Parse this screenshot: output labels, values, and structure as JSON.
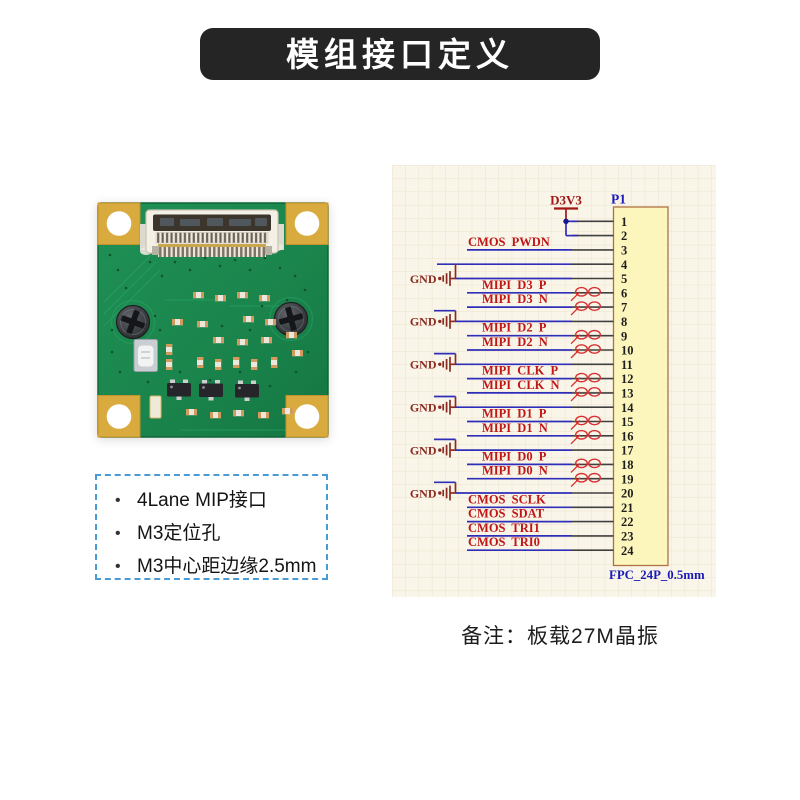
{
  "page": {
    "title": "模组接口定义",
    "note": "备注：板载27M晶振"
  },
  "features": {
    "items": [
      "4Lane MIP接口",
      "M3定位孔",
      "M3中心距边缘2.5mm"
    ]
  },
  "schematic": {
    "designator": "P1",
    "footprint": "FPC_24P_0.5mm",
    "pin_count": 24,
    "rows": [
      {
        "pin": 1,
        "net": "D3V3",
        "type": "power-top"
      },
      {
        "pin": 2,
        "net": "D3V3",
        "type": "power-bottom"
      },
      {
        "pin": 3,
        "net": "CMOS PWDN",
        "type": "signal"
      },
      {
        "pin": 4,
        "net": "GND",
        "type": "gnd-wire"
      },
      {
        "pin": 5,
        "net": "GND",
        "type": "gnd-symbol",
        "link_up_to_pin": 4
      },
      {
        "pin": 6,
        "net": "MIPI D3 P",
        "type": "diff"
      },
      {
        "pin": 7,
        "net": "MIPI D3 N",
        "type": "diff"
      },
      {
        "pin": 8,
        "net": "GND",
        "type": "gnd-symbol"
      },
      {
        "pin": 9,
        "net": "MIPI D2 P",
        "type": "diff"
      },
      {
        "pin": 10,
        "net": "MIPI D2 N",
        "type": "diff"
      },
      {
        "pin": 11,
        "net": "GND",
        "type": "gnd-symbol"
      },
      {
        "pin": 12,
        "net": "MIPI CLK P",
        "type": "diff"
      },
      {
        "pin": 13,
        "net": "MIPI CLK N",
        "type": "diff"
      },
      {
        "pin": 14,
        "net": "GND",
        "type": "gnd-symbol"
      },
      {
        "pin": 15,
        "net": "MIPI D1 P",
        "type": "diff"
      },
      {
        "pin": 16,
        "net": "MIPI D1 N",
        "type": "diff"
      },
      {
        "pin": 17,
        "net": "GND",
        "type": "gnd-symbol"
      },
      {
        "pin": 18,
        "net": "MIPI D0 P",
        "type": "diff"
      },
      {
        "pin": 19,
        "net": "MIPI D0 N",
        "type": "diff"
      },
      {
        "pin": 20,
        "net": "GND",
        "type": "gnd-symbol"
      },
      {
        "pin": 21,
        "net": "CMOS SCLK",
        "type": "signal"
      },
      {
        "pin": 22,
        "net": "CMOS SDAT",
        "type": "signal"
      },
      {
        "pin": 23,
        "net": "CMOS TRI1",
        "type": "signal"
      },
      {
        "pin": 24,
        "net": "CMOS TRI0",
        "type": "signal"
      }
    ],
    "colors": {
      "bg": "#faf5e9",
      "grid": "#ece2cb",
      "wire": "#2e2eb8",
      "stub": "#404040",
      "net_label": "#c01616",
      "gnd_red": "#8a2a20",
      "power_red": "#a21616",
      "junction": "#16168c",
      "blue_text": "#1a1ab8",
      "box_fill": "#fdf6bc",
      "box_border": "#ad7244",
      "pin_number": "#1f1f1f",
      "diff_pair_symbol": "#d83030"
    }
  },
  "ui_colors": {
    "title_bg": "#252525",
    "title_text": "#ffffff",
    "features_border": "#4a9ad4"
  }
}
